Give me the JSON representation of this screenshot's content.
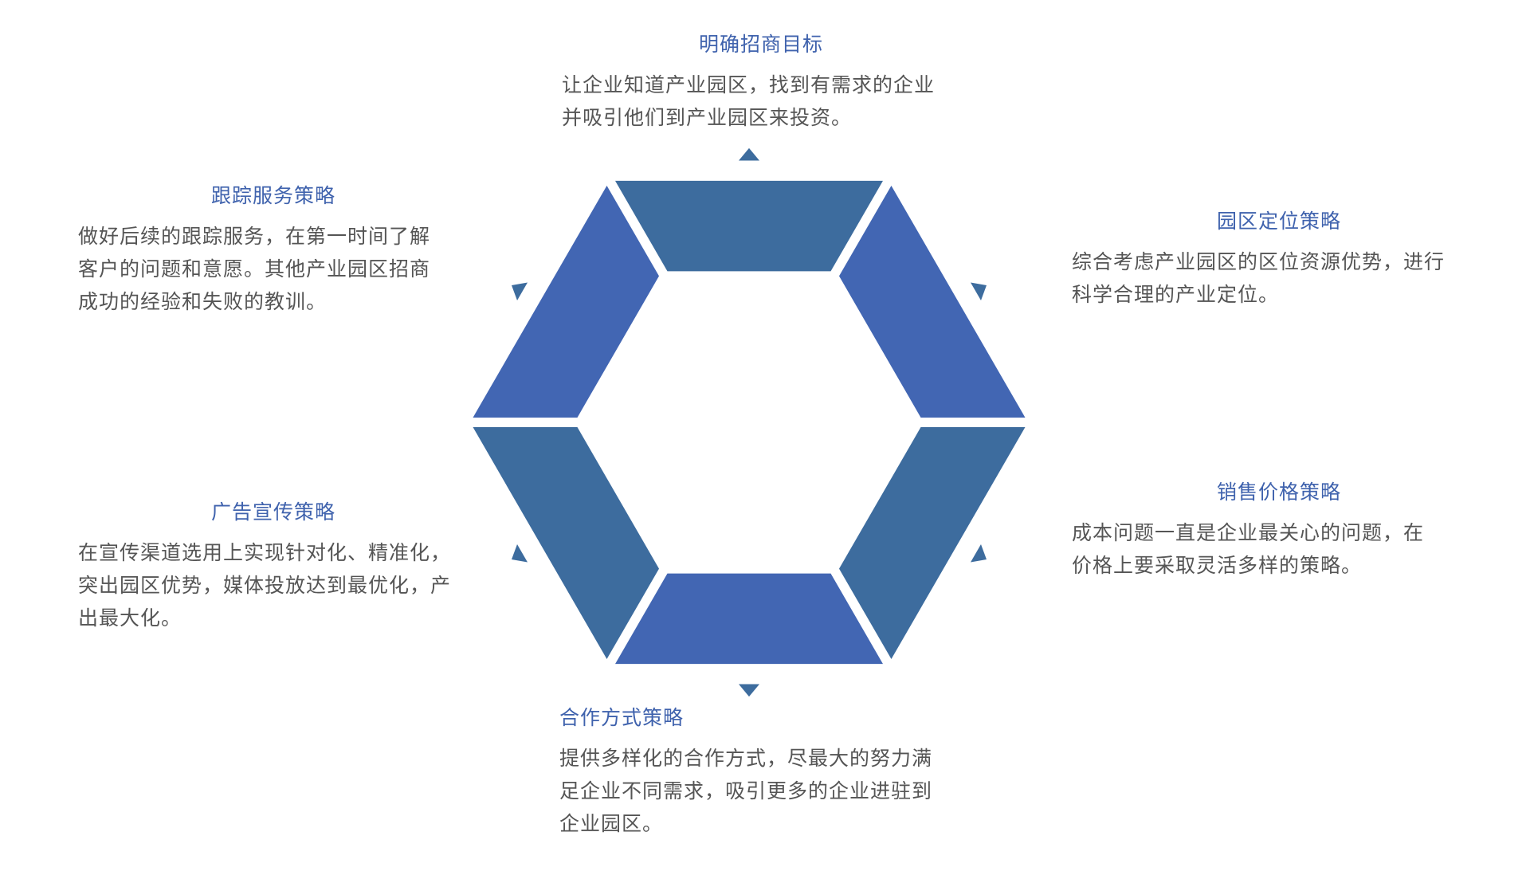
{
  "colors": {
    "title": "#3f62ad",
    "text": "#555555",
    "segment_dark": "#3d6c9e",
    "segment_light": "#4266b3",
    "arrow": "#3d6c9e"
  },
  "diagram_data": {
    "type": "cycle-hexagon",
    "steps": [
      {
        "id": "top",
        "title": "明确招商目标",
        "lines": [
          "让企业知道产业园区，找到有需求的企业",
          "并吸引他们到产业园区来投资。"
        ]
      },
      {
        "id": "tr",
        "title": "园区定位策略",
        "lines": [
          "综合考虑产业园区的区位资源优势，进行",
          "科学合理的产业定位。"
        ]
      },
      {
        "id": "br",
        "title": "销售价格策略",
        "lines": [
          "成本问题一直是企业最关心的问题，在",
          "价格上要采取灵活多样的策略。"
        ]
      },
      {
        "id": "bottom",
        "title": "合作方式策略",
        "lines": [
          "提供多样化的合作方式，尽最大的努力满",
          "足企业不同需求，吸引更多的企业进驻到",
          "企业园区。"
        ]
      },
      {
        "id": "bl",
        "title": "广告宣传策略",
        "lines": [
          "在宣传渠道选用上实现针对化、精准化，",
          "突出园区优势，媒体投放达到最优化，产",
          "出最大化。"
        ]
      },
      {
        "id": "tl",
        "title": "跟踪服务策略",
        "lines": [
          "做好后续的跟踪服务，在第一时间了解",
          "客户的问题和意愿。其他产业园区招商",
          "成功的经验和失败的教训。"
        ]
      }
    ]
  }
}
